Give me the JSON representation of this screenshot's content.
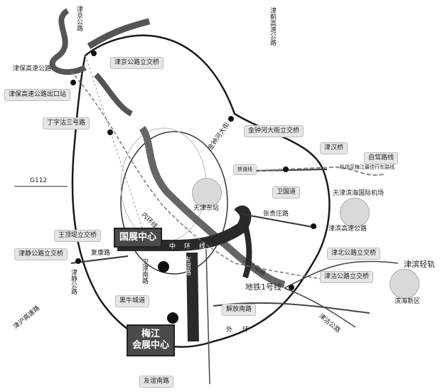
{
  "labels": {
    "jingjin_highway": "津京公路",
    "jinji_expressway": "津蓟高速公路",
    "jingjin_interchange": "津京公路立交桥",
    "jinbao_expressway": "津保高速公路",
    "jinbao_exit": "津保高速公路出口站",
    "dingzigu": "丁字沽三号路",
    "jinzhong_interchange": "金钟河大街立交桥",
    "jinzhong_street": "金钟河大街",
    "jinhan_bridge": "津汉桥",
    "zijia_route": "自驾路线",
    "airport_route": "机场至梅江最佳行车路线",
    "tiedao": "铁道线",
    "weiguo_road": "卫国道",
    "g112": "G112",
    "tianjin_east": "天津东站",
    "binhai_airport": "天津滨海国际机场",
    "zhangguizhuang": "张贵庄路",
    "jinbin_expressway": "津滨高速公路",
    "wangdingdi": "王顶堤立交桥",
    "guozhan": "国展中心",
    "neihuan": "内环线",
    "zhonghuan": "中环线",
    "jinjing_interchange": "津静公路立交桥",
    "fukang": "复康路",
    "jinbei_interchange": "津北公路立交桥",
    "jinbin_light": "津滨轻轨",
    "weijin_south": "卫津南路",
    "youyi_road": "友谊路",
    "dagu_road": "大沽南路",
    "metro1": "地铁1号线",
    "jinjing_highway": "津静公路",
    "jingu_interchange": "津沽公路立交桥",
    "binhai_new": "滨海新区",
    "heiniucheng": "黑牛城道",
    "jiefang_south": "解放南路",
    "jinghu": "津沪高速路",
    "meijiang_1": "梅江",
    "meijiang_2": "会展中心",
    "jingu_highway": "津沽公路",
    "waihuan": "外环",
    "youyi_south": "友谊南路"
  },
  "colors": {
    "road": "#1a1a1a",
    "highlight": "#4d4d4d",
    "route": "#8a8a8a",
    "label_box": "#e6e6e6"
  },
  "icons": {
    "tianjin_east": "train-station-icon",
    "airport": "airport-icon",
    "binhai": "city-skyline-icon"
  }
}
